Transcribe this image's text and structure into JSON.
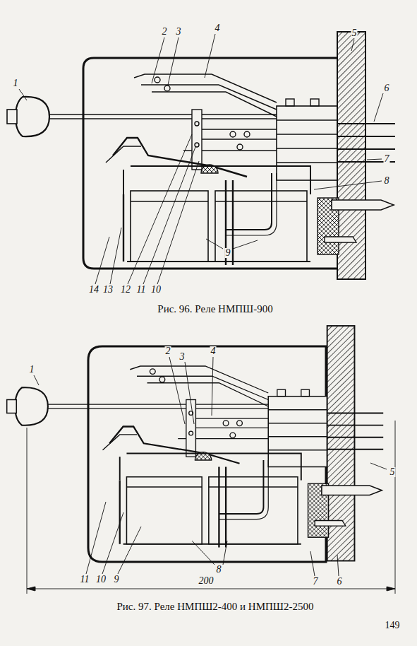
{
  "diagram": {
    "labels": [
      "2",
      "3",
      "4",
      "1",
      "5",
      "6",
      "7",
      "8",
      "9",
      "14",
      "13",
      "12",
      "11",
      "10",
      "Рис. 96. Реле НМПШ-900",
      "2",
      "3",
      "4",
      "1",
      "5",
      "7",
      "6",
      "8",
      "11",
      "10",
      "9",
      "200",
      "Рис. 97. Реле НМПШ2-400 и НМПШ2-2500",
      "149"
    ]
  }
}
